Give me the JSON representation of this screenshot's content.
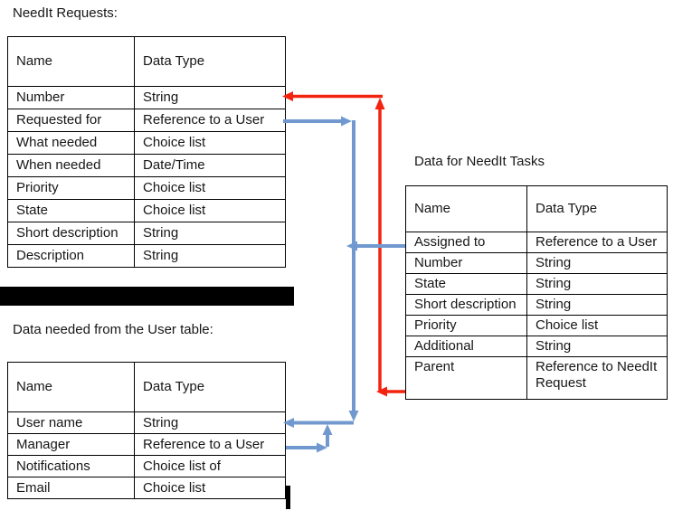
{
  "titles": {
    "requests": "NeedIt Requests:",
    "tasks": "Data for NeedIt Tasks",
    "user": "Data needed from the User table:"
  },
  "requests_table": {
    "headers": [
      "Name",
      "Data Type"
    ],
    "rows": [
      {
        "name": "Number",
        "type": "String"
      },
      {
        "name": "Requested for",
        "type": "Reference to a User"
      },
      {
        "name": "What needed",
        "type": "Choice list"
      },
      {
        "name": "When needed",
        "type": "Date/Time"
      },
      {
        "name": "Priority",
        "type": "Choice list"
      },
      {
        "name": "State",
        "type": "Choice list"
      },
      {
        "name": "Short description",
        "type": "String"
      },
      {
        "name": "Description",
        "type": "String"
      }
    ]
  },
  "tasks_table": {
    "headers": [
      "Name",
      "Data Type"
    ],
    "rows": [
      {
        "name": "Assigned to",
        "type": "Reference to a User"
      },
      {
        "name": "Number",
        "type": "String"
      },
      {
        "name": "State",
        "type": "String"
      },
      {
        "name": "Short description",
        "type": "String"
      },
      {
        "name": "Priority",
        "type": "Choice list"
      },
      {
        "name": "Additional",
        "type": "String"
      },
      {
        "name": "Parent",
        "type": "Reference to NeedIt Request"
      }
    ]
  },
  "user_table": {
    "headers": [
      "Name",
      "Data Type"
    ],
    "rows": [
      {
        "name": "User name",
        "type": "String"
      },
      {
        "name": "Manager",
        "type": "Reference to a User"
      },
      {
        "name": "Notifications",
        "type": "Choice list of"
      },
      {
        "name": "Email",
        "type": "Choice list"
      }
    ]
  },
  "connections": [
    {
      "from": "Tasks: Parent",
      "to": "Requests: Number",
      "color": "red"
    },
    {
      "from": "Requests: Requested for",
      "to": "User: User name",
      "color": "blue"
    },
    {
      "from": "Tasks: Assigned to",
      "to": "User: User name",
      "color": "blue"
    },
    {
      "from": "User: Manager",
      "to": "User: User name",
      "color": "blue"
    }
  ],
  "colors": {
    "arrow_red": "#f4230f",
    "arrow_blue": "#7199cf",
    "table_border": "#000000",
    "redaction": "#000000"
  }
}
